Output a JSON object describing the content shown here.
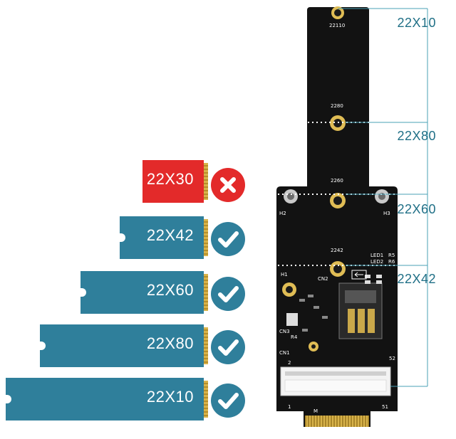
{
  "cards": [
    {
      "label": "22X30",
      "status": "unsupported",
      "icon": "x-icon",
      "color": "#e32a2a"
    },
    {
      "label": "22X42",
      "status": "supported",
      "icon": "check-icon",
      "color": "#2f7f9b"
    },
    {
      "label": "22X60",
      "status": "supported",
      "icon": "check-icon",
      "color": "#2f7f9b"
    },
    {
      "label": "22X80",
      "status": "supported",
      "icon": "check-icon",
      "color": "#2f7f9b"
    },
    {
      "label": "22X10",
      "status": "supported",
      "icon": "check-icon",
      "color": "#2f7f9b"
    }
  ],
  "size_labels": [
    "22X10",
    "22X80",
    "22X60",
    "22X42"
  ],
  "silkscreen": {
    "h_22110": "22110",
    "h_2280": "2280",
    "h_2260": "2260",
    "h_2242": "2242",
    "led1": "LED1",
    "led2": "LED2",
    "r5": "R5",
    "r6": "R6",
    "h1": "H1",
    "h2": "H2",
    "h3": "H3",
    "cn1": "CN1",
    "cn2": "CN2",
    "cn3": "CN3",
    "r4": "R4",
    "pin2": "2",
    "pin52": "52",
    "pin1": "1",
    "pin51": "51",
    "m": "M"
  },
  "colors": {
    "pcb": "#121212",
    "card_blue": "#2f7f9b",
    "card_red": "#e32a2a",
    "gold": "#d8b34a",
    "guide_line": "#4aa0b5",
    "size_text": "#1f6f86"
  }
}
